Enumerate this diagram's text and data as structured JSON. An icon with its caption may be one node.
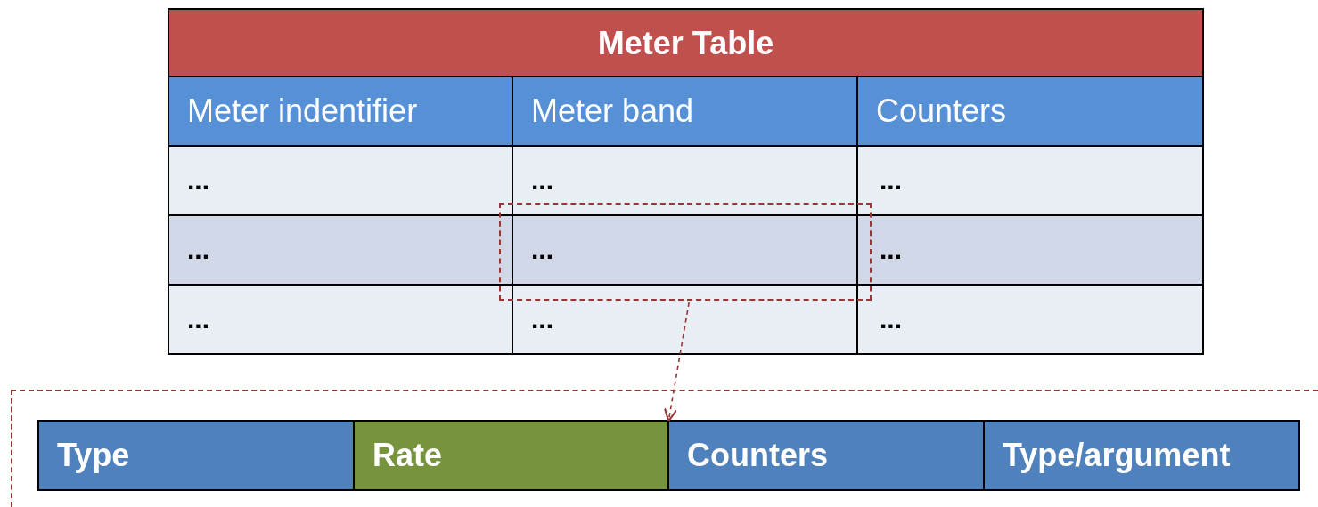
{
  "diagram": {
    "nodes": [
      {
        "text": [],
        "shape": "box"
      },
      {
        "text": [],
        "shape": "box"
      },
      {
        "text": [],
        "shape": "bar",
        "in": 1
      },
      {
        "text": [
          "Type"
        ],
        "in": 2
      },
      {
        "text": [
          "Rate"
        ],
        "in": 2
      },
      {
        "text": [
          "Counters"
        ],
        "in": 2
      },
      {
        "text": [
          "Type/argument"
        ],
        "in": 2
      }
    ],
    "edges": [
      {
        "from": 0,
        "to": 2,
        "arrow": "to",
        "style": "dashed",
        "color": "#953735"
      }
    ],
    "labels": [
      "Meter Table",
      "Meter indentifier",
      "Meter band",
      "Counters",
      "...",
      "...",
      "...",
      "...",
      "...",
      "...",
      "...",
      "...",
      "..."
    ]
  }
}
